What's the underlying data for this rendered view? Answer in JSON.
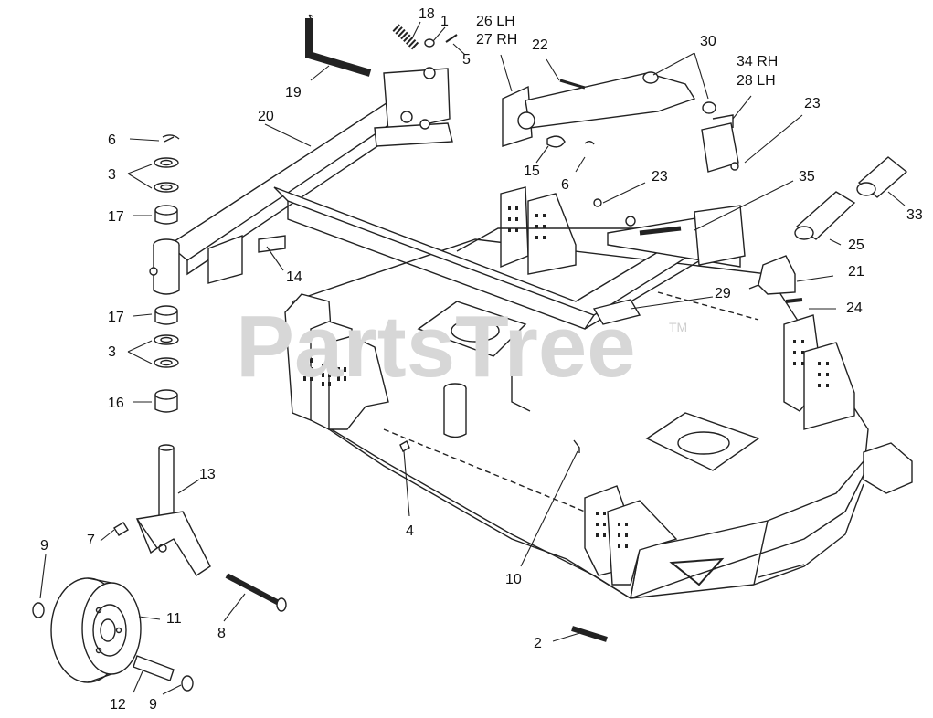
{
  "watermark": {
    "text": "PartsTree",
    "tm": "TM"
  },
  "callouts": {
    "c1": "1",
    "c2": "2",
    "c3a": "3",
    "c3b": "3",
    "c4": "4",
    "c5": "5",
    "c6a": "6",
    "c6b": "6",
    "c7": "7",
    "c8": "8",
    "c9a": "9",
    "c9b": "9",
    "c10": "10",
    "c11": "11",
    "c12": "12",
    "c13": "13",
    "c14": "14",
    "c15": "15",
    "c16": "16",
    "c17a": "17",
    "c17b": "17",
    "c18": "18",
    "c19": "19",
    "c20": "20",
    "c21": "21",
    "c22": "22",
    "c23a": "23",
    "c23b": "23",
    "c24": "24",
    "c25": "25",
    "c29": "29",
    "c30": "30",
    "c33": "33",
    "c35": "35",
    "c26": "26 LH",
    "c27": "27 RH",
    "c34": "34 RH",
    "c28": "28 LH"
  }
}
